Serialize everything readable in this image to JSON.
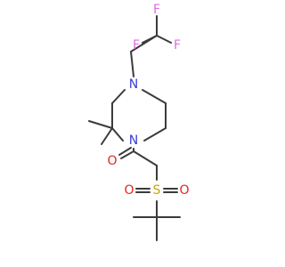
{
  "colors": {
    "bond": "#3b3b3b",
    "N": "#3b3bd9",
    "O": "#e1261c",
    "S": "#c9a700",
    "F": "#e06be0"
  },
  "atoms": {
    "N_top": "N",
    "N_bottom": "N",
    "O_carbonyl": "O",
    "S": "S",
    "O_left": "O",
    "O_right": "O",
    "F_top": "F",
    "F_mid_left": "F",
    "F_mid_right": "F"
  }
}
